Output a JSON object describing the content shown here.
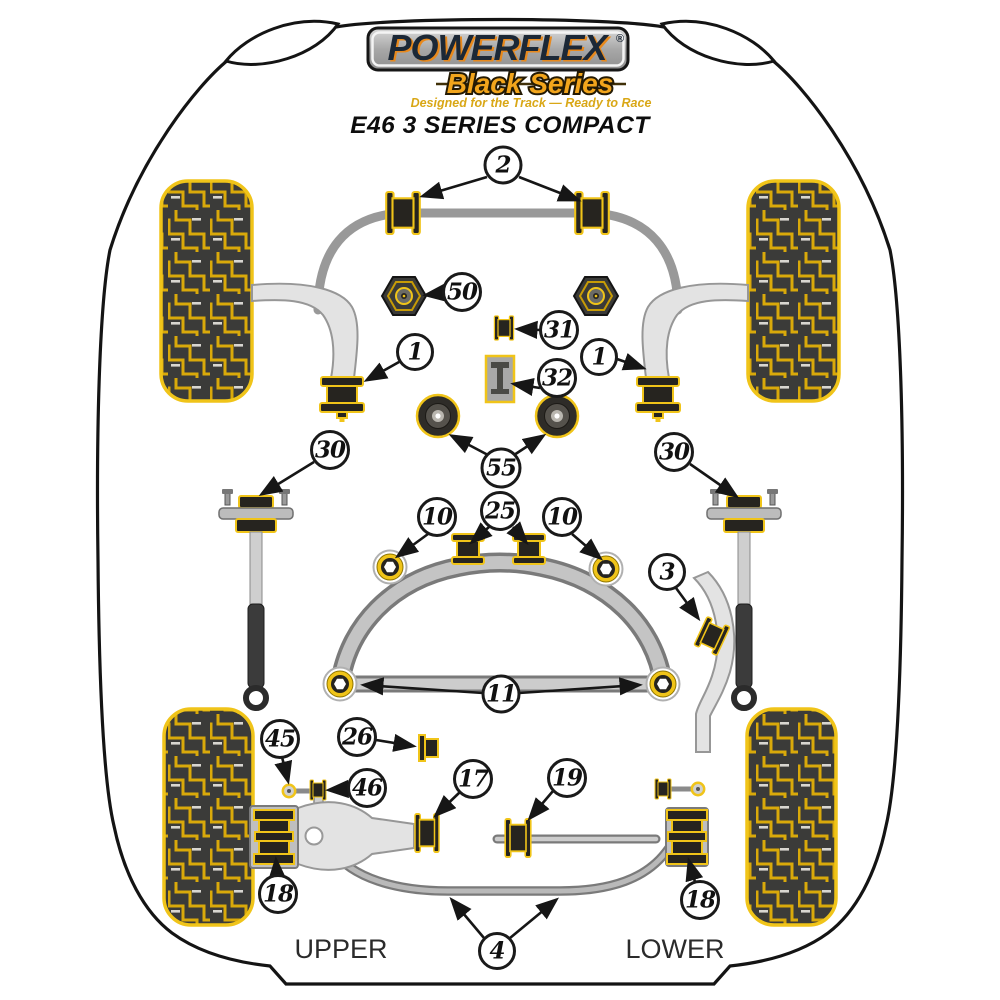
{
  "logo": {
    "brand": "POWERFLEX",
    "registered": "®",
    "series": "Black Series",
    "tagline": "Designed for the Track — Ready to Race"
  },
  "title": "E46 3 SERIES COMPACT",
  "labels": {
    "upper": "UPPER",
    "lower": "LOWER"
  },
  "callouts": {
    "c2": "2",
    "c50": "50",
    "c31": "31",
    "c32": "32",
    "c1_left": "1",
    "c1_right": "1",
    "c30_left": "30",
    "c30_right": "30",
    "c55": "55",
    "c10_left": "10",
    "c25": "25",
    "c10_right": "10",
    "c3": "3",
    "c11": "11",
    "c26": "26",
    "c45": "45",
    "c46": "46",
    "c17": "17",
    "c19": "19",
    "c18_left": "18",
    "c18_right": "18",
    "c4": "4"
  },
  "colors": {
    "accent_yellow": "#F0C419",
    "tread_yellow": "#D9A90A",
    "bush_black": "#26241F",
    "bar_gray": "#999999",
    "arm_gray": "#E3E3E3",
    "outline_black": "#141414",
    "logo_navy": "#1C2836",
    "logo_orange": "#E8891C",
    "series_gold": "#F2A51C",
    "tagline_gold": "#D9A716"
  }
}
